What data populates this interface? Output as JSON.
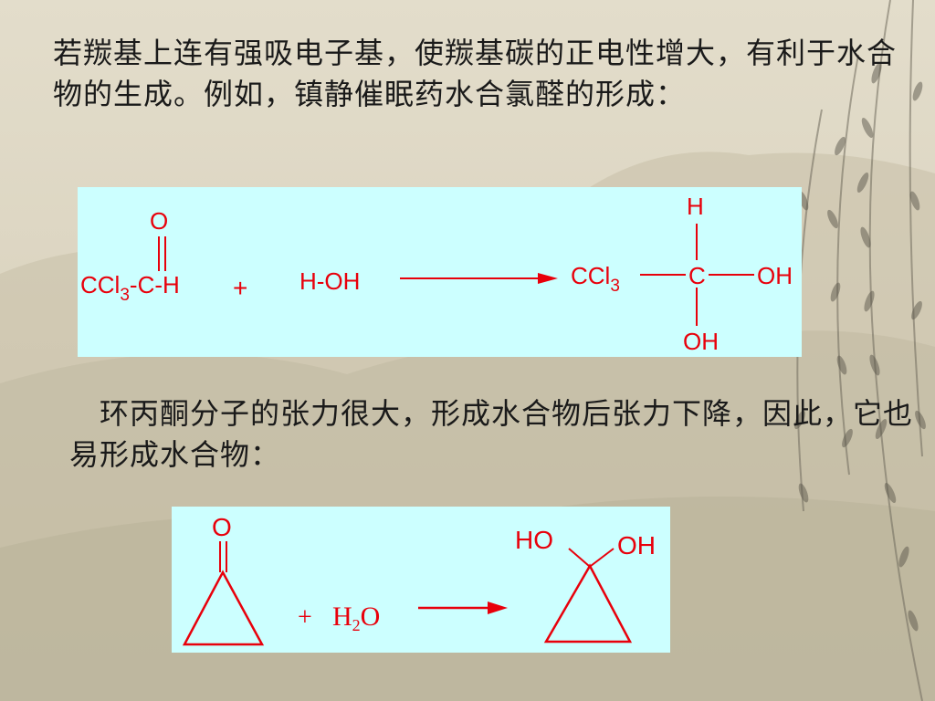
{
  "slide": {
    "paragraph1": "若羰基上连有强吸电子基，使羰基碳的正电性增大，有利于水合物的生成。例如，镇静催眠药水合氯醛的形成：",
    "paragraph2": "　环丙酮分子的张力很大，形成水合物后张力下降，因此，它也易形成水合物："
  },
  "reaction1": {
    "reactant1_o": "O",
    "reactant1_ccl": "CCl",
    "reactant1_sub": "3",
    "reactant1_tail": "-C-H",
    "plus": "+",
    "reactant2": "H-OH",
    "product_h": "H",
    "product_ccl": "CCl",
    "product_sub": "3",
    "product_c": "C",
    "product_oh_right": "OH",
    "product_oh_bottom": "OH"
  },
  "reaction2": {
    "reactant_o": "O",
    "plus": "+",
    "water_h": "H",
    "water_sub": "2",
    "water_o": "O",
    "product_ho": "HO",
    "product_oh": "OH"
  },
  "colors": {
    "reaction_ink": "#e8000b",
    "box_fill": "#ccffff",
    "text": "#1a1a1a",
    "background": "#d9d2bf"
  }
}
